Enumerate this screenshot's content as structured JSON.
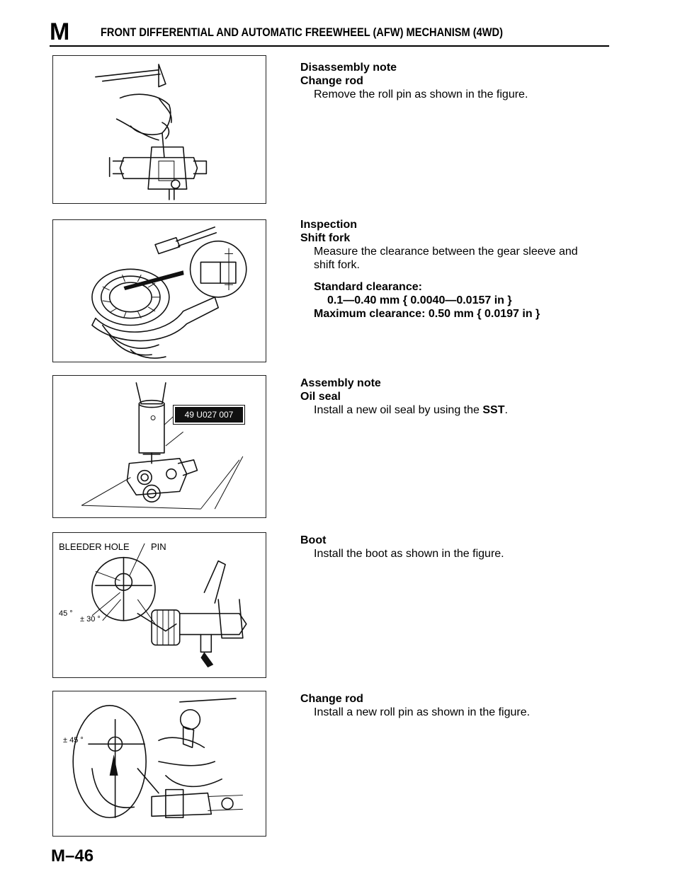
{
  "header": {
    "section_letter": "M",
    "title": "FRONT DIFFERENTIAL AND AUTOMATIC FREEWHEEL (AFW) MECHANISM (4WD)"
  },
  "sections": [
    {
      "heading1": "Disassembly note",
      "heading2": "Change rod",
      "body": "Remove the roll pin as shown in the figure."
    },
    {
      "heading1": "Inspection",
      "heading2": "Shift fork",
      "body_line1": "Measure the clearance between the gear sleeve and",
      "body_line2": "shift fork.",
      "spec_label": "Standard clearance:",
      "spec_value": "0.1—0.40 mm { 0.0040—0.0157 in }",
      "spec_max": "Maximum clearance: 0.50 mm { 0.0197 in }"
    },
    {
      "heading1": "Assembly note",
      "heading2": "Oil seal",
      "body_prefix": "Install a new oil seal by using the ",
      "body_bold": "SST",
      "body_suffix": "."
    },
    {
      "heading1": "Boot",
      "body": "Install the boot as shown in the figure."
    },
    {
      "heading1": "Change rod",
      "body": "Install a new roll pin as shown in the figure."
    }
  ],
  "figures": {
    "oil_seal_tool_tag": "49 U027 007",
    "boot_label_left": "BLEEDER HOLE",
    "boot_label_right": "PIN",
    "boot_angle_45": "45 °",
    "boot_angle_30": "± 30 °",
    "roll_pin_angle": "± 45 °"
  },
  "page_number": "M–46"
}
